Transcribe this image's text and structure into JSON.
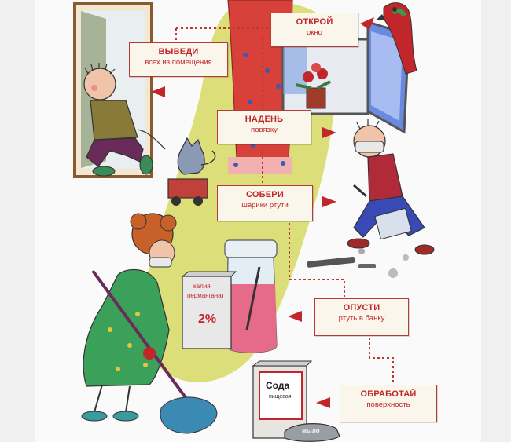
{
  "steps": [
    {
      "title": "ОТКРОЙ",
      "subtitle": "окно"
    },
    {
      "title": "ВЫВЕДИ",
      "subtitle": "всех из помещения"
    },
    {
      "title": "НАДЕНЬ",
      "subtitle": "повязку"
    },
    {
      "title": "СОБЕРИ",
      "subtitle": "шарики ртути"
    },
    {
      "title": "ОПУСТИ",
      "subtitle": "ртуть в банку"
    },
    {
      "title": "ОБРАБОТАЙ",
      "subtitle": "поверхность"
    }
  ],
  "labels": {
    "permanganate_line1": "калия",
    "permanganate_line2": "перманганат",
    "permanganate_percent": "2%",
    "soda_title": "Сода",
    "soda_subtitle": "пищевая",
    "soap": "мыло"
  },
  "colors": {
    "accent": "#c0262a",
    "box_border": "#b73a33",
    "green_blob": "#d8dc6a",
    "connector": "#b73a33"
  }
}
